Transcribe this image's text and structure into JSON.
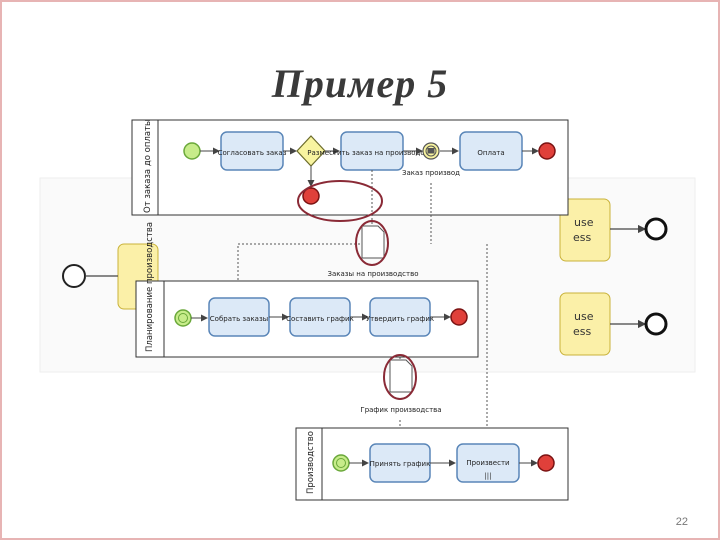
{
  "slide": {
    "title": "Пример 5",
    "page_number": "22"
  },
  "colors": {
    "task_fill": "#dce9f7",
    "task_stroke": "#5a86b8",
    "start_fill": "#c7ec8a",
    "start_stroke": "#6aa83a",
    "end_fill": "#e0403a",
    "end_stroke": "#7a1212",
    "gateway_fill": "#f8f4a0",
    "highlight": "#8a2a36",
    "process_fill": "#fbf0a8"
  },
  "lanes": {
    "order": "От заказа до оплаты",
    "planning": "Планирование производства",
    "production": "Производство"
  },
  "tasks": {
    "agree_order": "Согласовать заказ",
    "place_order": "Разместить заказ на производство",
    "payment": "Оплата",
    "collect_orders": "Собрать заказы",
    "make_schedule": "Составить график",
    "approve_schedule": "Утвердить график",
    "receive_schedule": "Принять график",
    "produce": "Произвести"
  },
  "events": {
    "order_production": "Заказ производ"
  },
  "data_objects": {
    "orders_for_production": "Заказы на производство",
    "production_schedule": "График производства"
  },
  "background_process": {
    "label_top": "use",
    "label_bottom": "ess"
  }
}
